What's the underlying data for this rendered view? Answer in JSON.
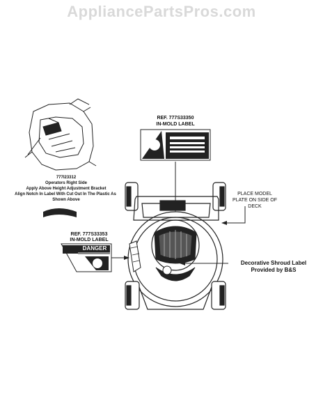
{
  "watermark": "AppliancePartsPros.com",
  "labels": {
    "left_part_number": "777I23312",
    "left_line1": "Operators Right Side",
    "left_line2": "Apply Above Height Adjustment Bracket",
    "left_line3": "Align Notch In Label With Cut Out In The Plastic As",
    "left_line4": "Shown Above",
    "top_ref": "REF. 777S33350",
    "top_inmold": "IN-MOLD LABEL",
    "mid_ref": "REF. 777S33353",
    "mid_inmold": "IN-MOLD LABEL",
    "danger_word": "DANGER",
    "plate_note": "PLACE MODEL PLATE ON SIDE OF DECK",
    "shroud_line1": "Decorative Shroud Label",
    "shroud_line2": "Provided by B&S"
  }
}
